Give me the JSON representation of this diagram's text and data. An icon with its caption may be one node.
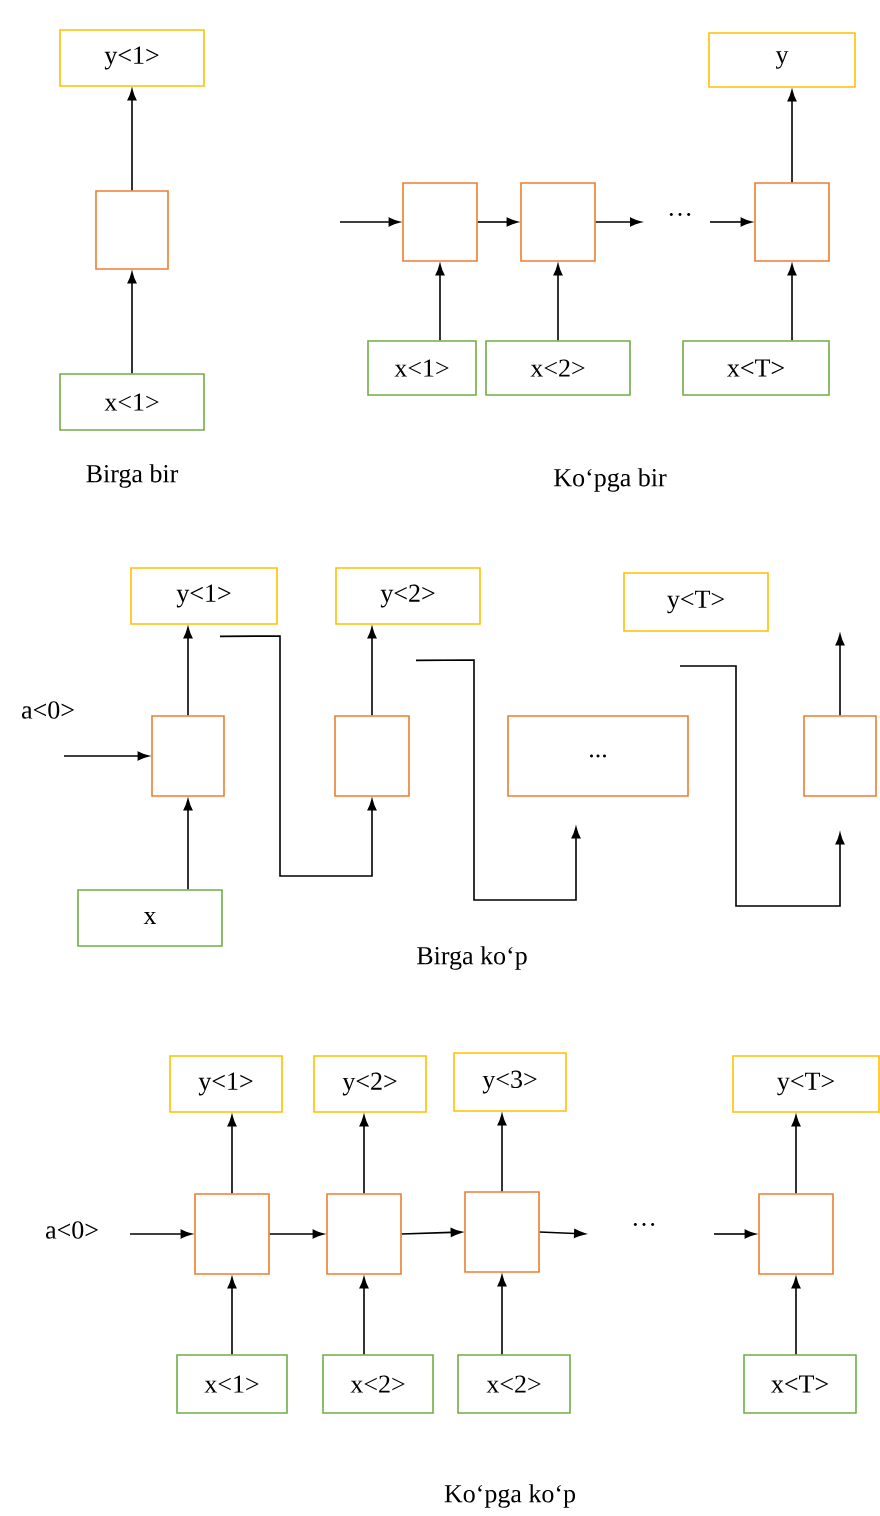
{
  "diagram": {
    "nodes": [
      {
        "text": [
          "y<1>"
        ]
      },
      {
        "text": [],
        "shape": "box"
      },
      {
        "text": [
          "x<1>"
        ]
      },
      {
        "text": [
          "y"
        ]
      },
      {
        "text": [],
        "shape": "box"
      },
      {
        "text": [],
        "shape": "box"
      },
      {
        "text": [],
        "shape": "box"
      },
      {
        "text": [
          "x<1>"
        ]
      },
      {
        "text": [
          "x<2>"
        ]
      },
      {
        "text": [
          "x<T>"
        ]
      },
      {
        "text": [
          "y<1>"
        ]
      },
      {
        "text": [
          "y<2>"
        ]
      },
      {
        "text": [
          "y<T>"
        ]
      },
      {
        "text": [],
        "shape": "box"
      },
      {
        "text": [],
        "shape": "box"
      },
      {
        "text": [
          "..."
        ]
      },
      {
        "text": [],
        "shape": "box"
      },
      {
        "text": [
          "x"
        ]
      },
      {
        "text": [
          "y<1>"
        ]
      },
      {
        "text": [
          "y<2>"
        ]
      },
      {
        "text": [
          "y<3>"
        ]
      },
      {
        "text": [
          "y<T>"
        ]
      },
      {
        "text": [],
        "shape": "box"
      },
      {
        "text": [],
        "shape": "box"
      },
      {
        "text": [],
        "shape": "box"
      },
      {
        "text": [],
        "shape": "box"
      },
      {
        "text": [
          "x<1>"
        ]
      },
      {
        "text": [
          "x<2>"
        ]
      },
      {
        "text": [
          "x<2>"
        ]
      },
      {
        "text": [
          "x<T>"
        ]
      }
    ],
    "edges": [
      {
        "from": 2,
        "to": 1,
        "arrow": "to"
      },
      {
        "from": 1,
        "to": 0,
        "arrow": "to"
      },
      {
        "from": null,
        "to": 4,
        "arrow": "to"
      },
      {
        "from": 4,
        "to": 5,
        "arrow": "to"
      },
      {
        "from": 5,
        "to": null,
        "arrow": "to"
      },
      {
        "from": null,
        "to": 6,
        "arrow": "to"
      },
      {
        "from": 7,
        "to": 4,
        "arrow": "to"
      },
      {
        "from": 8,
        "to": 5,
        "arrow": "to"
      },
      {
        "from": 9,
        "to": 6,
        "arrow": "to"
      },
      {
        "from": 6,
        "to": 3,
        "arrow": "to"
      },
      {
        "from": 17,
        "to": 13,
        "arrow": "to"
      },
      {
        "from": 13,
        "to": 10,
        "arrow": "to"
      },
      {
        "from": null,
        "to": 13,
        "arrow": "to"
      },
      {
        "from": 10,
        "to": 14,
        "arrow": "to"
      },
      {
        "from": 14,
        "to": 11,
        "arrow": "to"
      },
      {
        "from": 11,
        "to": 15,
        "arrow": "to"
      },
      {
        "from": null,
        "to": 16,
        "arrow": "to"
      },
      {
        "from": 16,
        "to": 12,
        "arrow": "to"
      },
      {
        "from": null,
        "to": 22,
        "arrow": "to"
      },
      {
        "from": 22,
        "to": 23,
        "arrow": "to"
      },
      {
        "from": 23,
        "to": 24,
        "arrow": "to"
      },
      {
        "from": 24,
        "to": null,
        "arrow": "to"
      },
      {
        "from": null,
        "to": 25,
        "arrow": "to"
      },
      {
        "from": 26,
        "to": 22,
        "arrow": "to"
      },
      {
        "from": 27,
        "to": 23,
        "arrow": "to"
      },
      {
        "from": 28,
        "to": 24,
        "arrow": "to"
      },
      {
        "from": 29,
        "to": 25,
        "arrow": "to"
      },
      {
        "from": 22,
        "to": 18,
        "arrow": "to"
      },
      {
        "from": 23,
        "to": 19,
        "arrow": "to"
      },
      {
        "from": 24,
        "to": 20,
        "arrow": "to"
      },
      {
        "from": 25,
        "to": 21,
        "arrow": "to"
      }
    ],
    "labels": [
      "···",
      "Birga bir",
      "Ko‘pga bir",
      "a<0>",
      "Birga ko‘p",
      "a<0>",
      "···",
      "Ko‘pga ko‘p"
    ]
  }
}
